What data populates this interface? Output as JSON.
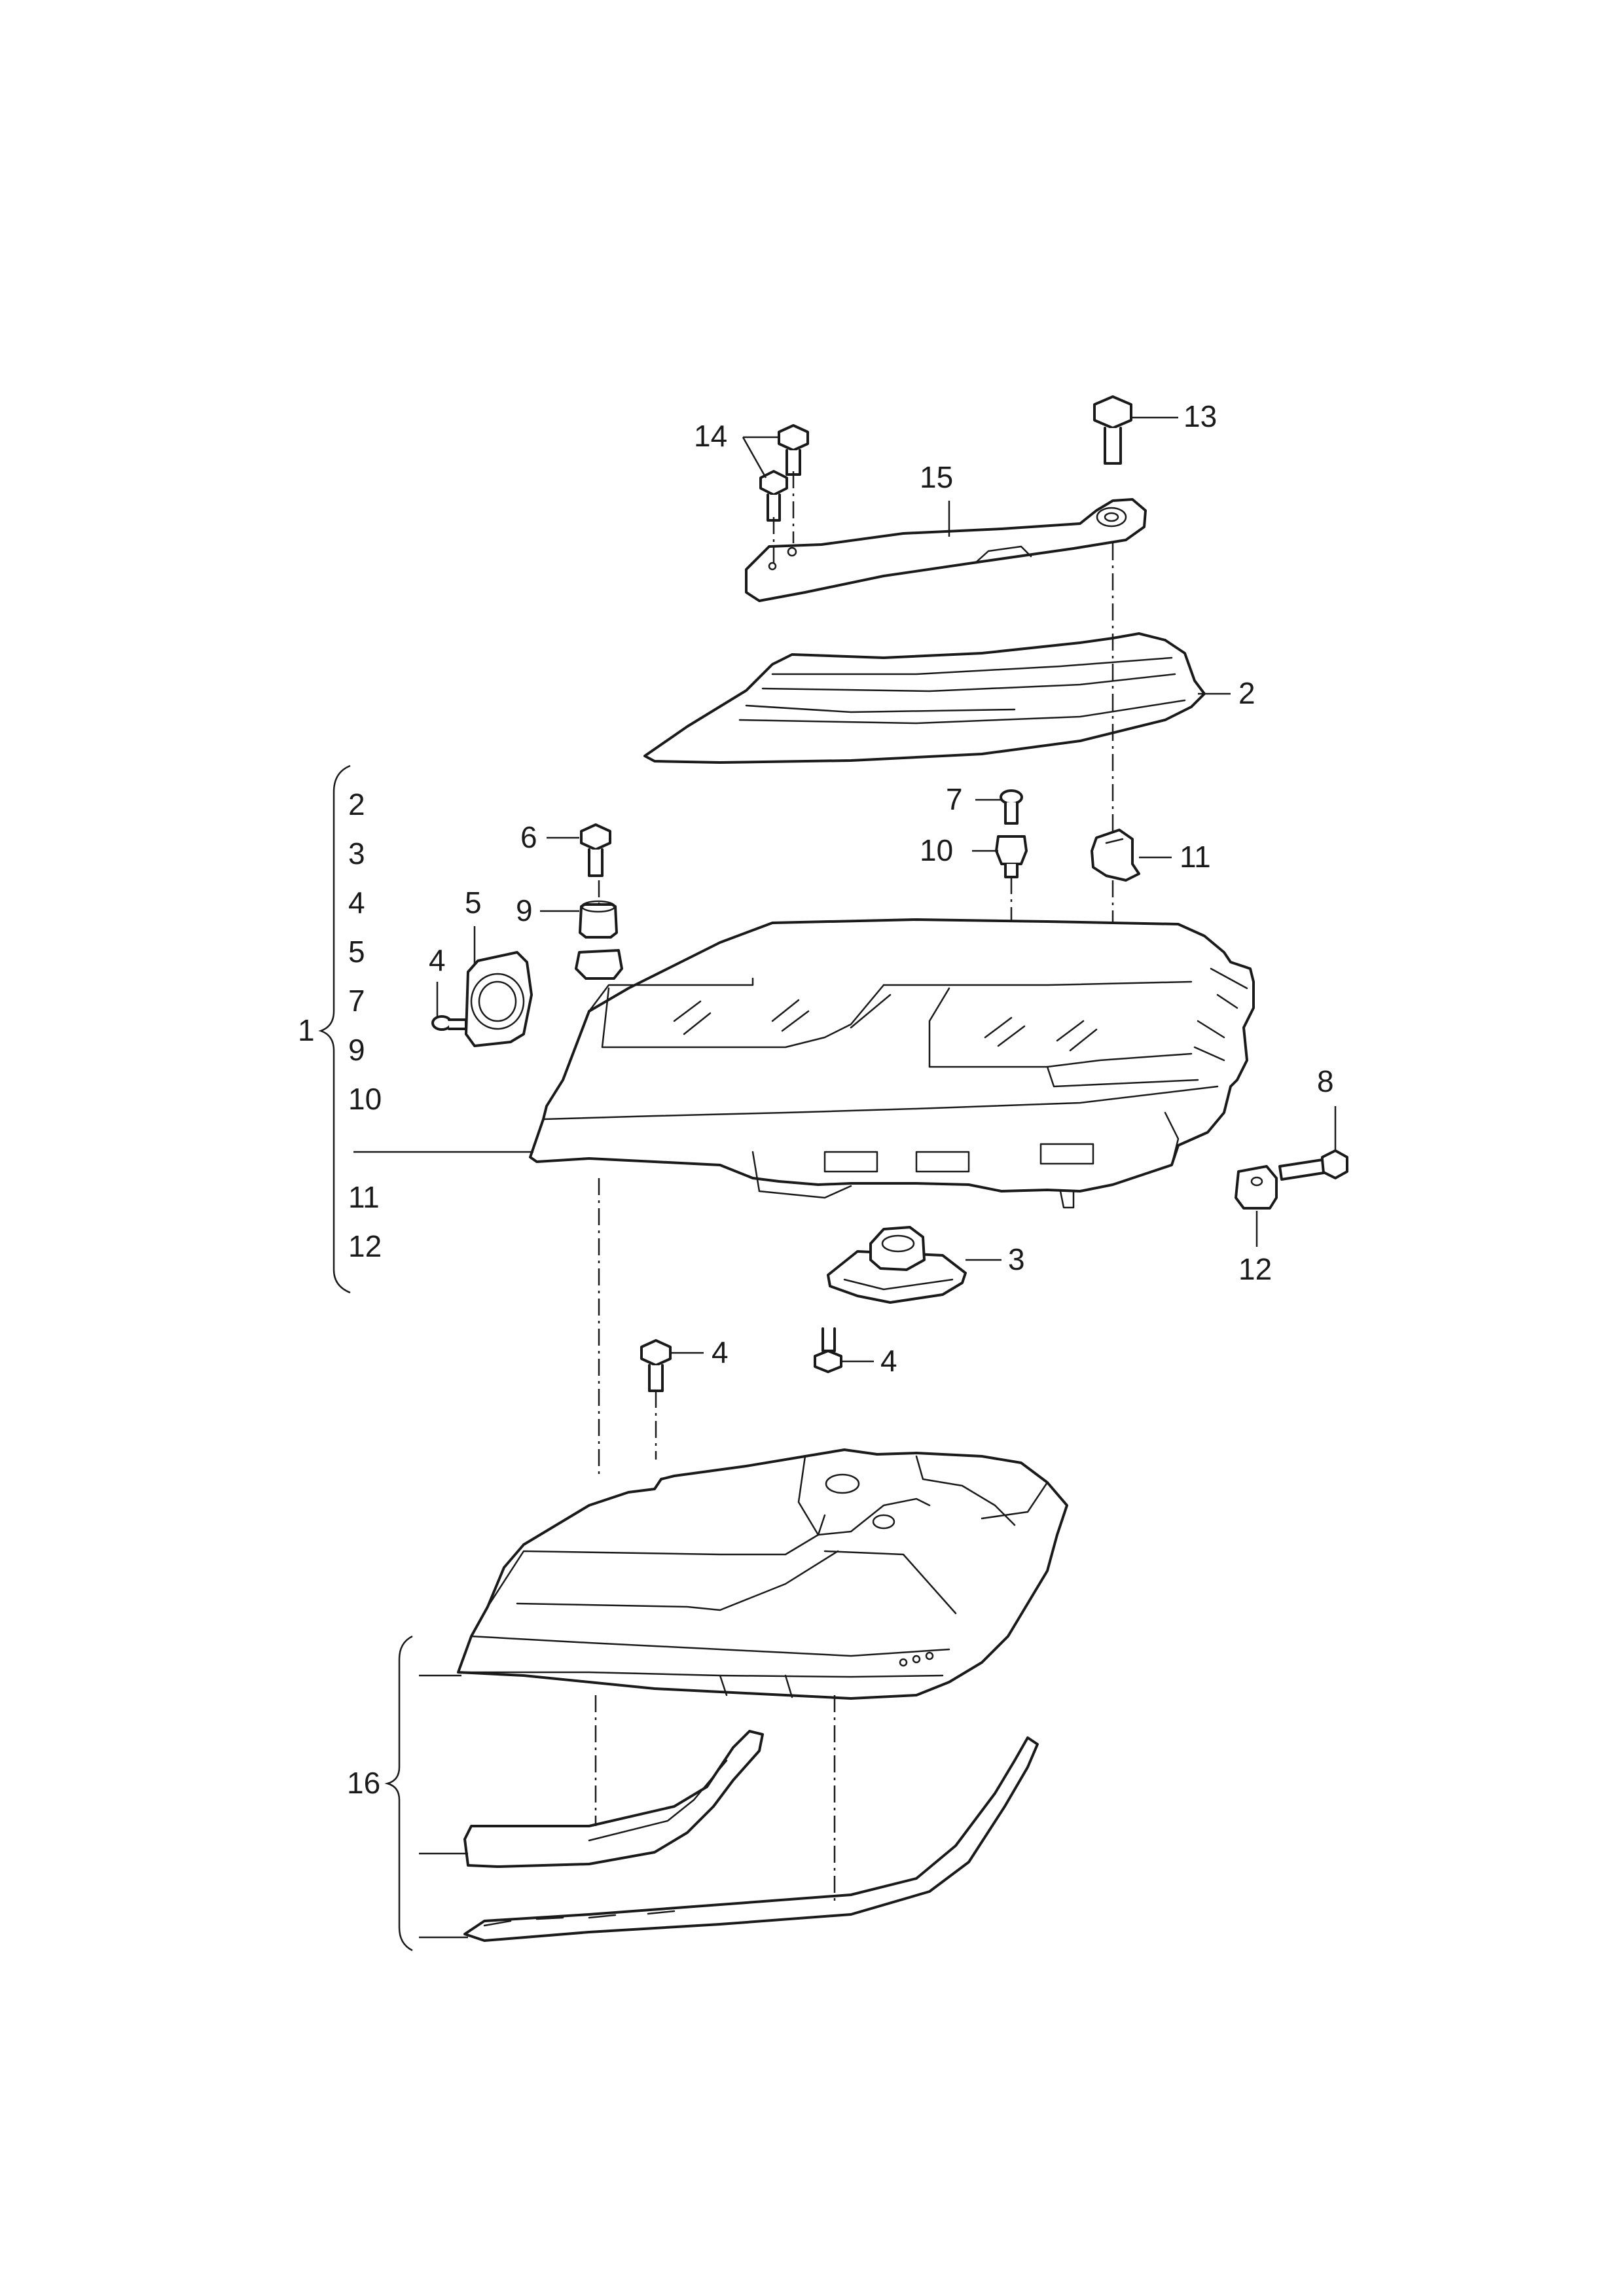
{
  "diagram": {
    "callouts": {
      "p14": "14",
      "p13": "13",
      "p15": "15",
      "p2": "2",
      "p7": "7",
      "p10": "10",
      "p11": "11",
      "p6": "6",
      "p9": "9",
      "p5": "5",
      "p4_left": "4",
      "p8": "8",
      "p12": "12",
      "p3": "3",
      "p4_mid": "4",
      "p4_screw": "4",
      "p16": "16",
      "p1": "1"
    },
    "kit_1_list": [
      "2",
      "3",
      "4",
      "5",
      "7",
      "9",
      "10",
      "11",
      "12"
    ]
  }
}
